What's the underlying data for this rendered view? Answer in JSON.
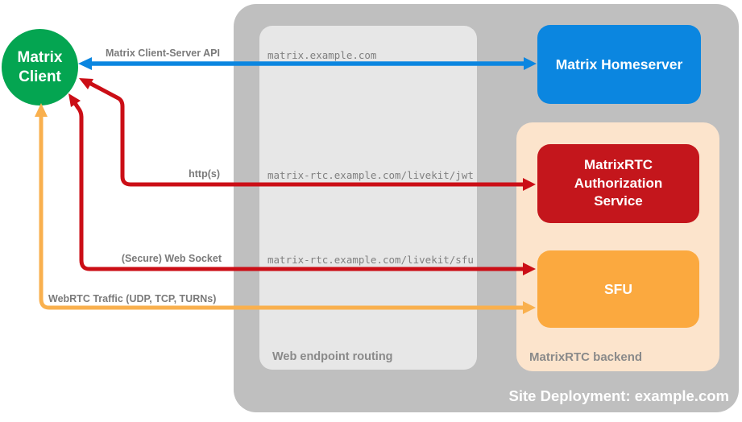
{
  "diagram_title": "Site Deployment: example.com",
  "colors": {
    "client_green": "#04a551",
    "homeserver_blue": "#0b86e0",
    "auth_red": "#c4161c",
    "sfu_orange": "#fba93f",
    "backend_peach": "#fce4cc",
    "site_gray": "#bfbfbf",
    "routing_gray": "#e7e7e7",
    "arrow_blue": "#0b86e0",
    "arrow_red": "#cb0e16",
    "arrow_orange": "#f9b04e",
    "label_gray": "#7a7a7a"
  },
  "nodes": {
    "client": {
      "label": "Matrix Client"
    },
    "homeserver": {
      "label": "Matrix Homeserver"
    },
    "auth_service": {
      "label": "MatrixRTC Authorization Service"
    },
    "sfu": {
      "label": "SFU"
    }
  },
  "containers": {
    "site": {
      "label": "Site Deployment: example.com"
    },
    "routing": {
      "label": "Web endpoint routing"
    },
    "backend": {
      "label": "MatrixRTC backend"
    }
  },
  "endpoints": {
    "homeserver_url": "matrix.example.com",
    "jwt_url": "matrix-rtc.example.com/livekit/jwt",
    "sfu_url": "matrix-rtc.example.com/livekit/sfu"
  },
  "arrows": {
    "client_server_api": {
      "label": "Matrix Client-Server API"
    },
    "http": {
      "label": "http(s)"
    },
    "websocket": {
      "label": "(Secure) Web Socket"
    },
    "webrtc": {
      "label": "WebRTC Traffic (UDP, TCP, TURNs)"
    }
  }
}
